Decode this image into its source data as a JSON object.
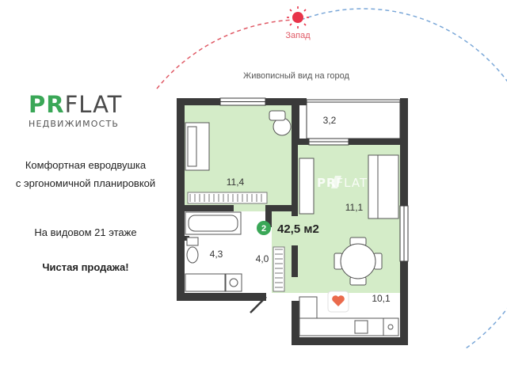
{
  "logo": {
    "brand_accent": "PR",
    "brand_rest": "FLAT",
    "subtitle": "НЕДВИЖИМОСТЬ",
    "accent_color": "#3aa757"
  },
  "description": {
    "line1": "Комфортная евродвушка",
    "line2": "с эргономичной планировкой",
    "line3": "На видовом 21 этаже",
    "line4": "Чистая продажа!"
  },
  "compass": {
    "label": "Запад",
    "sun_icon": "sun-icon",
    "color": "#e8344a"
  },
  "plan": {
    "top_caption": "Живописный вид на город",
    "rooms": {
      "bedroom": "11,4",
      "balcony": "3,2",
      "living": "11,1",
      "bathroom": "4,3",
      "hall": "4,0",
      "kitchen": "10,1"
    },
    "total_area": "42,5 м2",
    "rooms_count": "2",
    "watermark_accent": "PR",
    "watermark_rest": "FLAT",
    "floor_color": "#d4ecc8",
    "wall_color": "#3a3a3a"
  }
}
